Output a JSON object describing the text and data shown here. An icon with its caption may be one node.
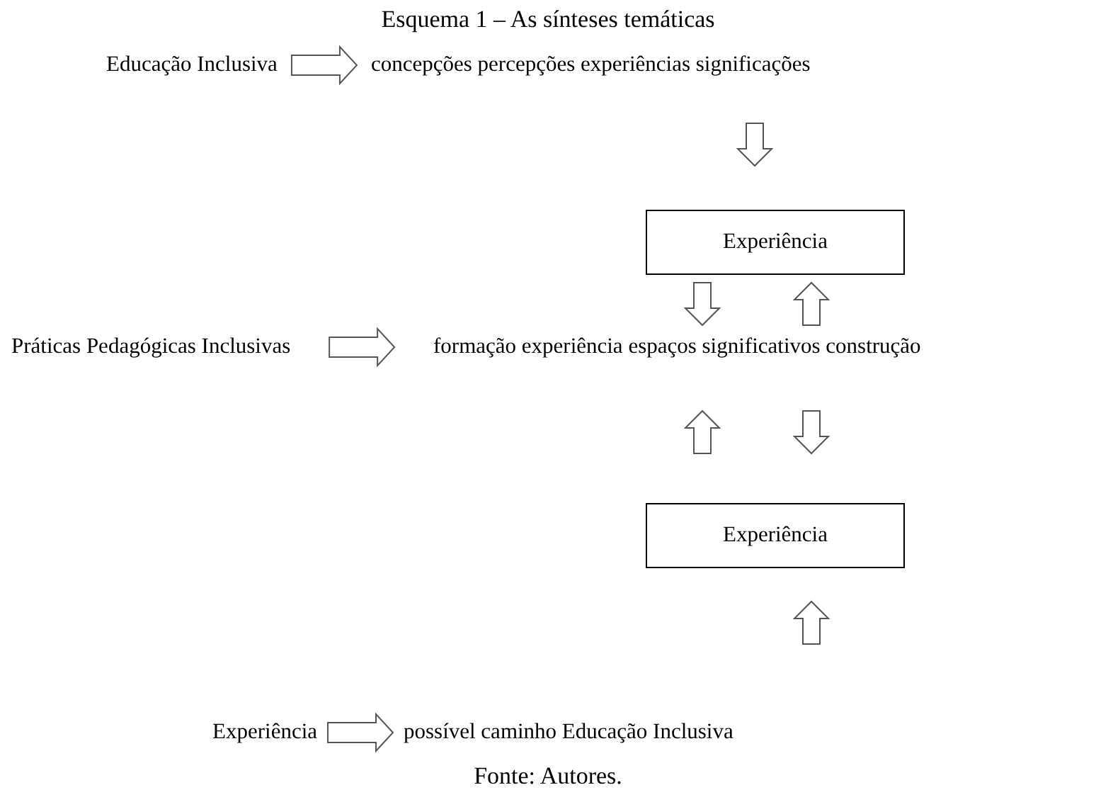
{
  "diagram": {
    "title": "Esquema 1 – As sínteses temáticas",
    "caption": "Fonte: Autores.",
    "nodes": [
      {
        "text": [
          "Educação Inclusiva"
        ]
      },
      {
        "text": [
          "concepções percepções experiências significações"
        ]
      },
      {
        "text": [
          "Experiência"
        ]
      },
      {
        "text": [
          "Práticas Pedagógicas Inclusivas"
        ]
      },
      {
        "text": [
          "formação experiência espaços significativos construção"
        ]
      },
      {
        "text": [
          "Experiência"
        ]
      },
      {
        "text": [
          "Experiência"
        ]
      },
      {
        "text": [
          "possível caminho Educação Inclusiva"
        ]
      }
    ],
    "edges": [
      {
        "from": 0,
        "to": 1,
        "arrow": "to"
      },
      {
        "from": 1,
        "to": 2,
        "arrow": "to"
      },
      {
        "from": 2,
        "to": 4,
        "arrow": "to"
      },
      {
        "from": 4,
        "to": 2,
        "arrow": "to"
      },
      {
        "from": 3,
        "to": 4,
        "arrow": "to"
      },
      {
        "from": 5,
        "to": 4,
        "arrow": "to"
      },
      {
        "from": 4,
        "to": 5,
        "arrow": "to"
      },
      {
        "from": null,
        "to": 5,
        "arrow": "to"
      },
      {
        "from": 6,
        "to": 7,
        "arrow": "to"
      }
    ]
  }
}
